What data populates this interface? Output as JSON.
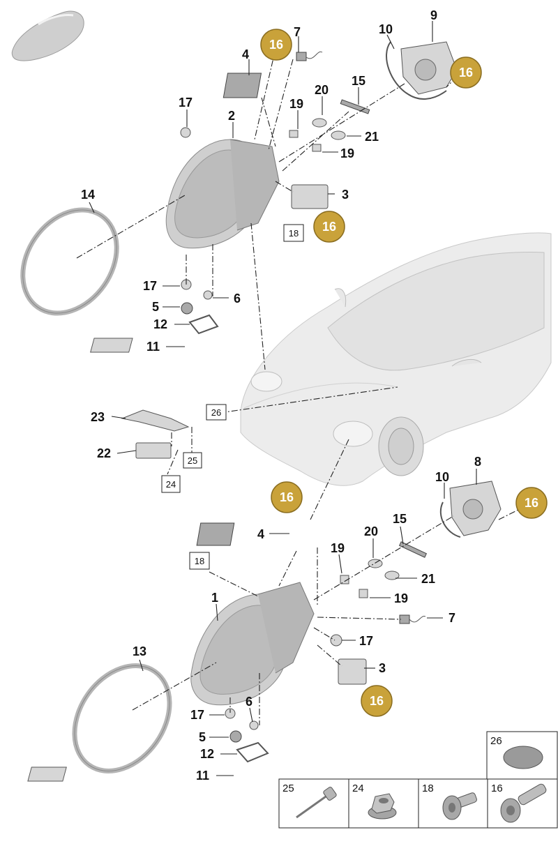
{
  "callouts": {
    "c1": "1",
    "c2": "2",
    "c3a": "3",
    "c3b": "3",
    "c4a": "4",
    "c4b": "4",
    "c5a": "5",
    "c5b": "5",
    "c6a": "6",
    "c6b": "6",
    "c7a": "7",
    "c7b": "7",
    "c8": "8",
    "c9": "9",
    "c10a": "10",
    "c10b": "10",
    "c11a": "11",
    "c11b": "11",
    "c12a": "12",
    "c12b": "12",
    "c13": "13",
    "c14": "14",
    "c15a": "15",
    "c15b": "15",
    "c17a": "17",
    "c17b": "17",
    "c17c": "17",
    "c17d": "17",
    "c19a": "19",
    "c19b": "19",
    "c19c": "19",
    "c19d": "19",
    "c20a": "20",
    "c20b": "20",
    "c21a": "21",
    "c21b": "21",
    "c22": "22",
    "c23": "23"
  },
  "badges": {
    "b1": "16",
    "b2": "16",
    "b3": "16",
    "b4": "16",
    "b5": "16",
    "b6": "16"
  },
  "boxed_labels": {
    "bx18a": "18",
    "bx18b": "18",
    "bx24": "24",
    "bx25": "25",
    "bx26": "26"
  },
  "legend": {
    "cell_26": "26",
    "cell_25": "25",
    "cell_24": "24",
    "cell_18": "18",
    "cell_16": "16"
  },
  "colors": {
    "badge_gold": "#c9a23a",
    "part_gray": "#d6d6d6",
    "line": "#222222"
  }
}
